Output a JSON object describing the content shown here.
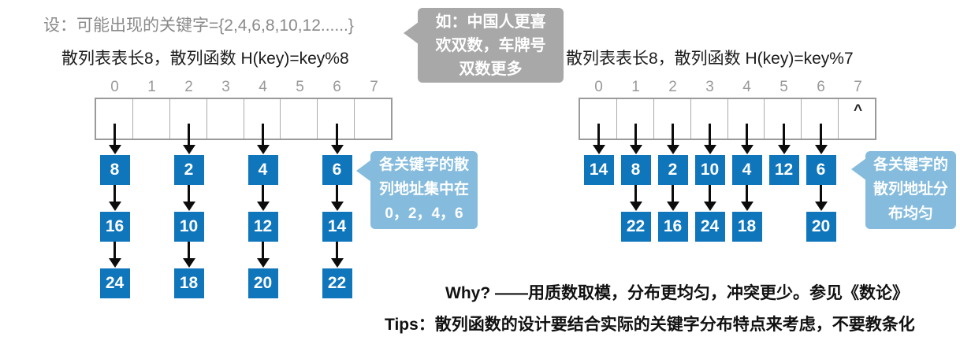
{
  "colors": {
    "box_blue": "#1076bc",
    "callout_blue": "#85bbdd",
    "callout_gray": "#a8a8a8",
    "muted_text": "#8a8a8a",
    "index_text": "#999999",
    "dark_text": "#1c1c1c"
  },
  "premise": "设：可能出现的关键字={2,4,6,8,10,12......}",
  "gray_callout": {
    "lines": [
      "如：中国人更喜",
      "欢双数，车牌号",
      "双数更多"
    ]
  },
  "diagrams": [
    {
      "title": "散列表表长8，散列函数 H(key)=key%8",
      "indices": [
        "0",
        "1",
        "2",
        "3",
        "4",
        "5",
        "6",
        "7"
      ],
      "chains": [
        {
          "slot": 0,
          "values": [
            "8",
            "16",
            "24"
          ]
        },
        {
          "slot": 2,
          "values": [
            "2",
            "10",
            "18"
          ]
        },
        {
          "slot": 4,
          "values": [
            "4",
            "12",
            "20"
          ]
        },
        {
          "slot": 6,
          "values": [
            "6",
            "14",
            "22"
          ]
        }
      ],
      "empty_marker": null,
      "callout": {
        "lines": [
          "各关键字的散",
          "列地址集中在",
          "0，2，4，6"
        ]
      }
    },
    {
      "title": "散列表表长8，散列函数 H(key)=key%7",
      "indices": [
        "0",
        "1",
        "2",
        "3",
        "4",
        "5",
        "6",
        "7"
      ],
      "chains": [
        {
          "slot": 0,
          "values": [
            "14"
          ]
        },
        {
          "slot": 1,
          "values": [
            "8",
            "22"
          ]
        },
        {
          "slot": 2,
          "values": [
            "2",
            "16"
          ]
        },
        {
          "slot": 3,
          "values": [
            "10",
            "24"
          ]
        },
        {
          "slot": 4,
          "values": [
            "4",
            "18"
          ]
        },
        {
          "slot": 5,
          "values": [
            "12"
          ]
        },
        {
          "slot": 6,
          "values": [
            "6",
            "20"
          ]
        }
      ],
      "empty_marker": {
        "slot": 7,
        "symbol": "^"
      },
      "callout": {
        "lines": [
          "各关键字的",
          "散列地址分",
          "布均匀"
        ]
      }
    }
  ],
  "notes": {
    "why": "Why? ——用质数取模，分布更均匀，冲突更少。参见《数论》",
    "tips": "Tips：散列函数的设计要结合实际的关键字分布特点来考虑，不要教条化"
  }
}
